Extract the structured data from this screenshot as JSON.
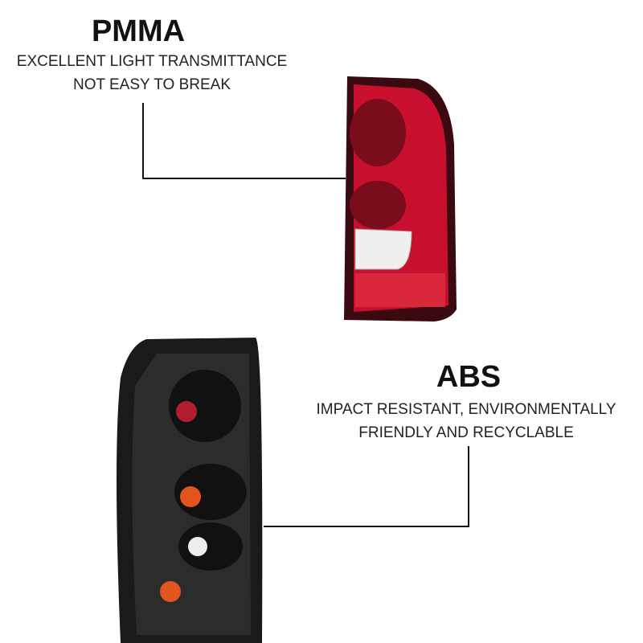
{
  "pmma": {
    "title": "PMMA",
    "line1": "EXCELLENT LIGHT TRANSMITTANCE",
    "line2": "NOT EASY TO BREAK"
  },
  "abs": {
    "title": "ABS",
    "line1": "IMPACT RESISTANT, ENVIRONMENTALLY",
    "line2": "FRIENDLY AND RECYCLABLE"
  },
  "colors": {
    "lens_red": "#c8102e",
    "housing": "#1a1a1a"
  }
}
